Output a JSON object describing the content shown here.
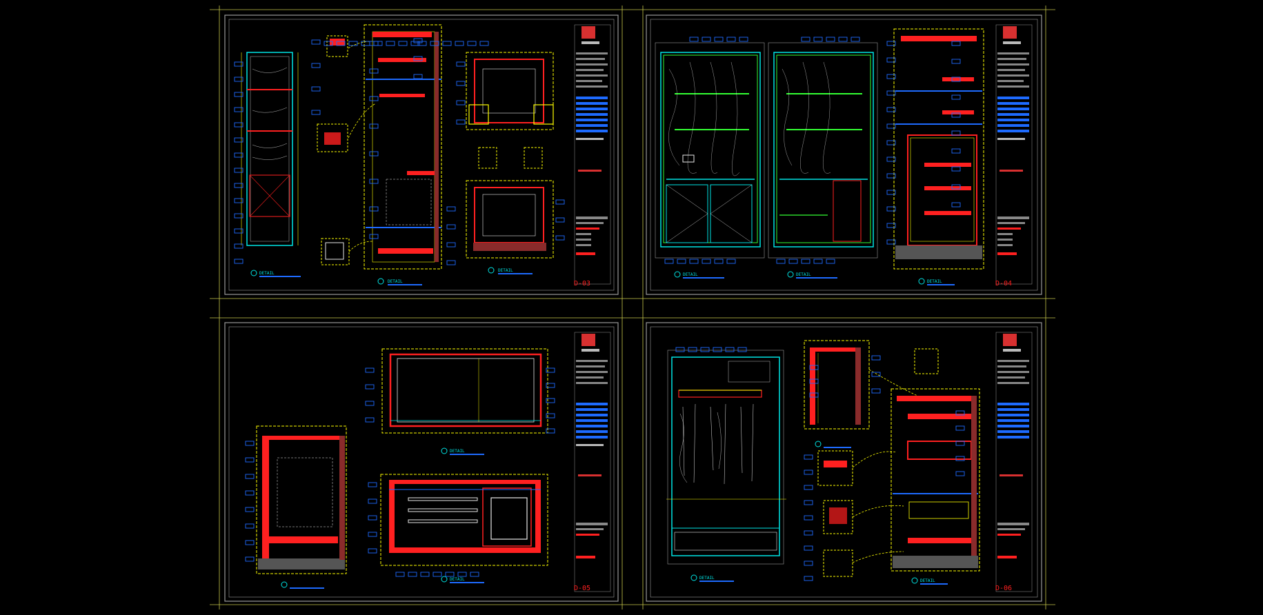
{
  "drawing_set": {
    "background": "#000000",
    "colors": {
      "frame": "#9a9a9a",
      "crop_marks": "#c9c94a",
      "yellow": "#ffff00",
      "red": "#ff2020",
      "cyan": "#00e5e5",
      "blue": "#1e6bff",
      "green": "#33ff33",
      "white": "#e8e8e8",
      "magenta": "#ff33ff",
      "logo": "#d83030"
    },
    "sheets": [
      {
        "id": "sheet-d03",
        "sheet_number": "D-03",
        "detail_titles": [
          "DETAIL",
          "DETAIL",
          "DETAIL"
        ]
      },
      {
        "id": "sheet-d04",
        "sheet_number": "D-04",
        "detail_titles": [
          "DETAIL",
          "DETAIL",
          "DETAIL"
        ]
      },
      {
        "id": "sheet-d05",
        "sheet_number": "D-05",
        "detail_titles": [
          "DETAIL",
          "DETAIL"
        ]
      },
      {
        "id": "sheet-d06",
        "sheet_number": "D-06",
        "detail_titles": [
          "DETAIL",
          "DETAIL"
        ]
      }
    ]
  }
}
